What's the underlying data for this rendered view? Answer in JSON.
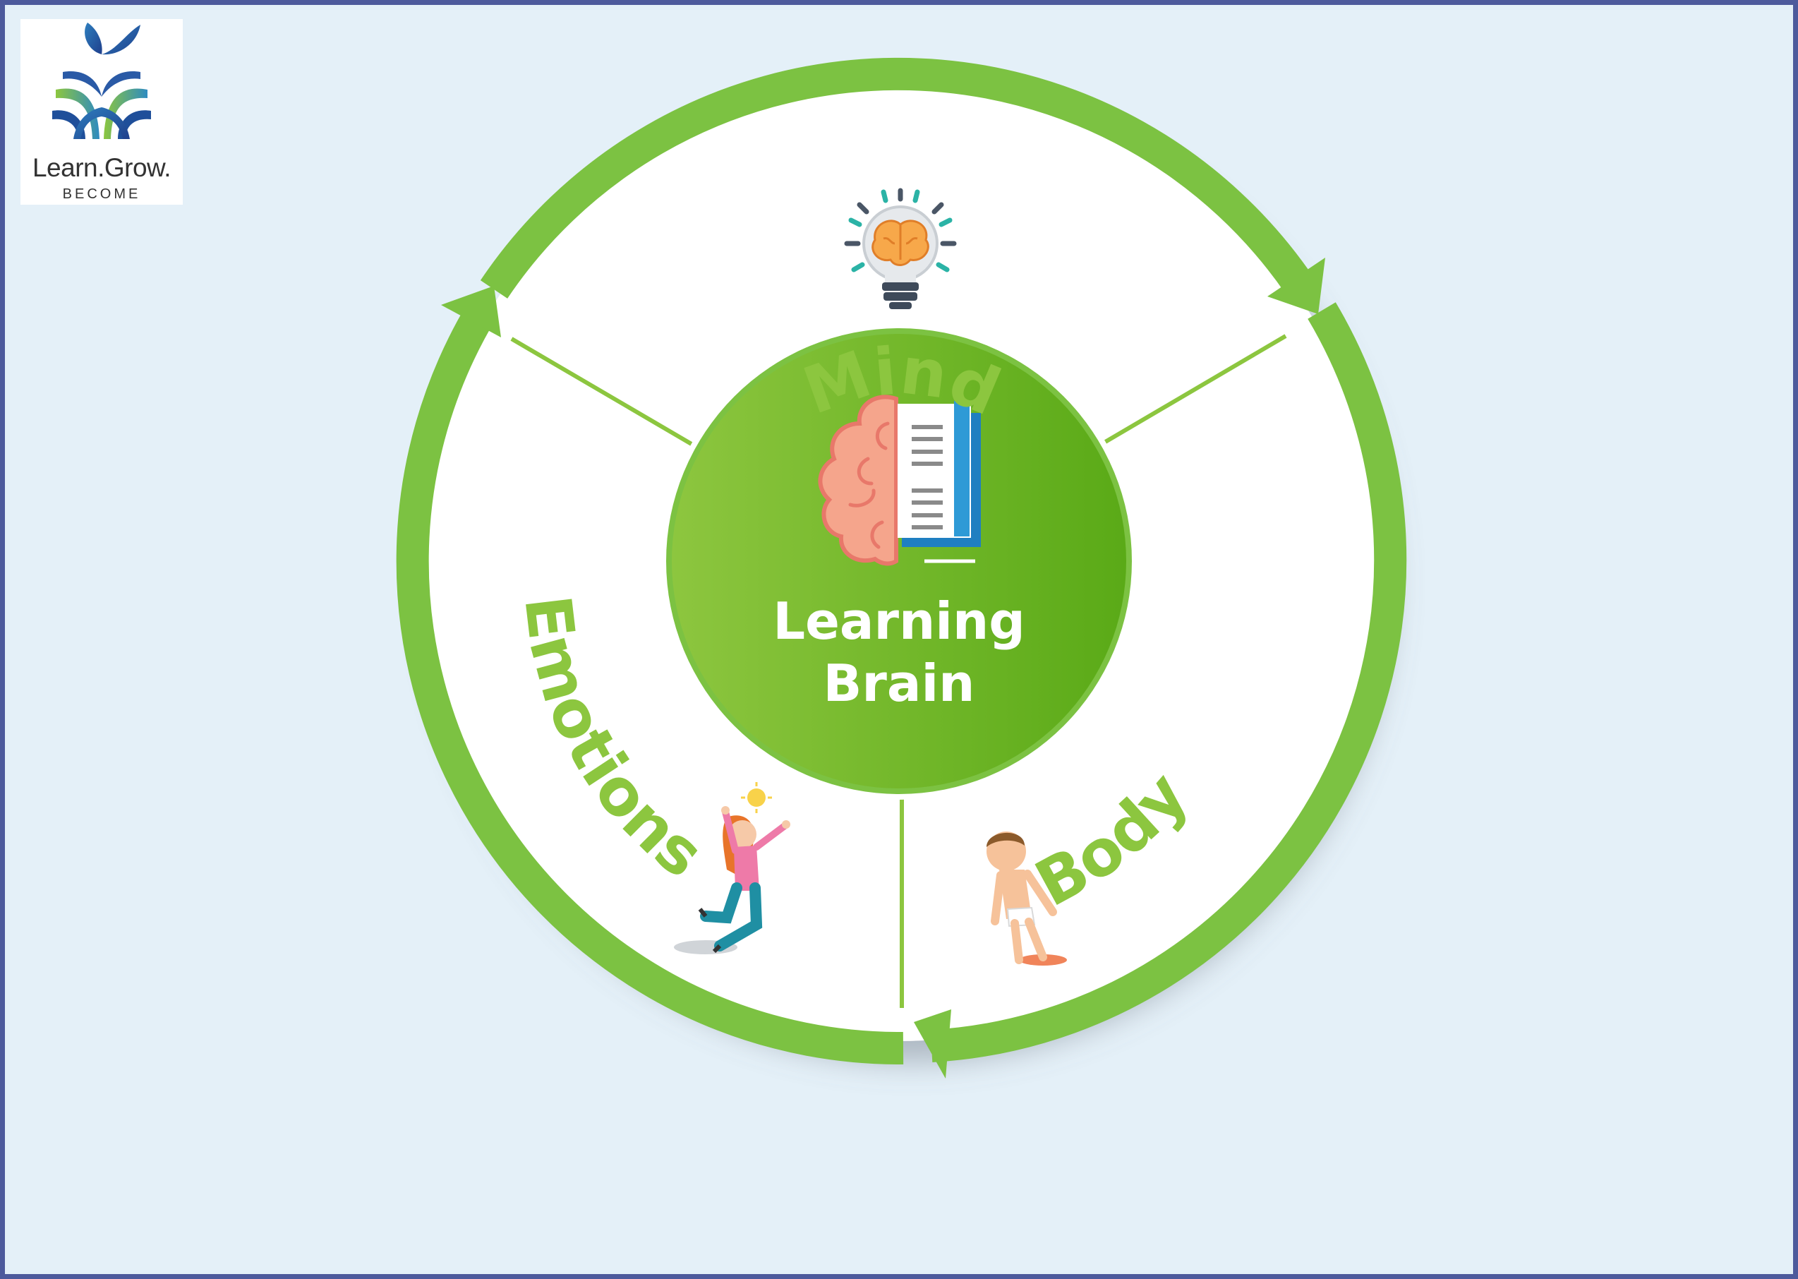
{
  "logo": {
    "brand": "Learn.Grow.",
    "tagline": "BECOME"
  },
  "diagram": {
    "center": {
      "line1": "Learning",
      "line2": "Brain",
      "icon": "brain-book-icon"
    },
    "segments": [
      {
        "label": "Mind",
        "icon": "lightbulb-brain-icon"
      },
      {
        "label": "Body",
        "icon": "standing-boy-icon"
      },
      {
        "label": "Emotions",
        "icon": "jumping-girl-icon"
      }
    ],
    "colors": {
      "ring": "#7cc242",
      "label": "#8cc63f",
      "center_light": "#8dc63f",
      "center_dark": "#5aaa17",
      "frame": "#4d5a9c",
      "background": "#e4f0f8"
    }
  }
}
